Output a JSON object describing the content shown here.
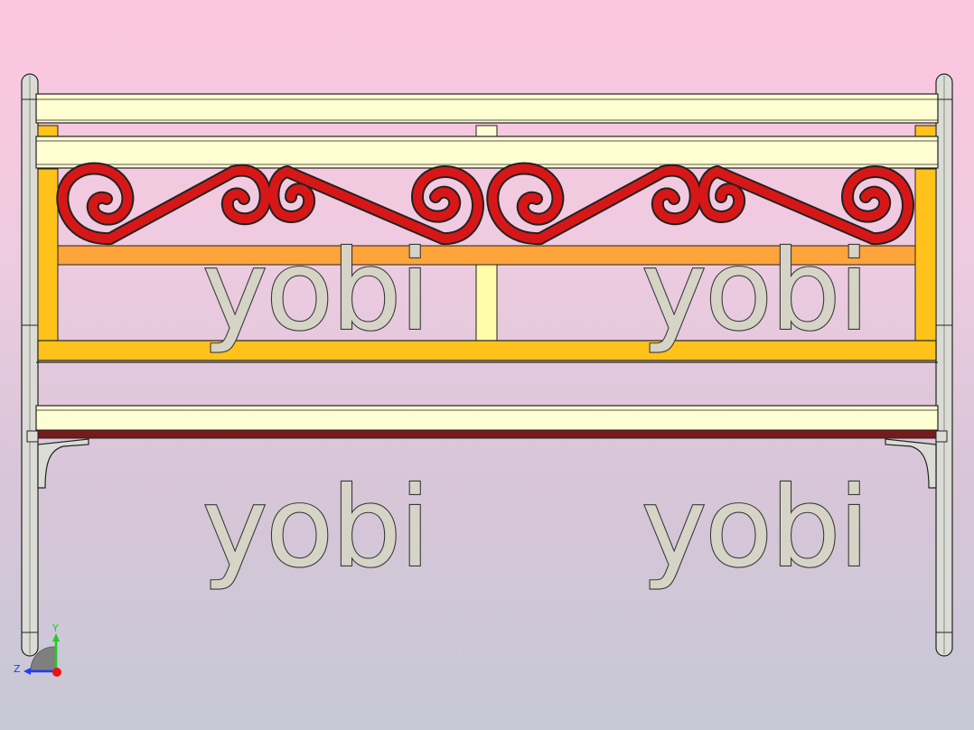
{
  "viewport": {
    "watermarks": [
      "yobi",
      "yobi",
      "yobi",
      "yobi"
    ],
    "triad": {
      "y_label": "Y",
      "z_label": "Z",
      "y_color": "#22cc22",
      "z_color": "#1f3cff",
      "x_color": "#ee1111"
    }
  },
  "colors": {
    "background_top": "#fdc6e0",
    "background_bottom": "#c7c8d6",
    "rail": "#fffdd2",
    "frame": "#ffc21b",
    "mid_bar": "#ffa43a",
    "scroll": "#d71717",
    "seat_edge": "#741b1b",
    "post": "#dcdcd6"
  }
}
